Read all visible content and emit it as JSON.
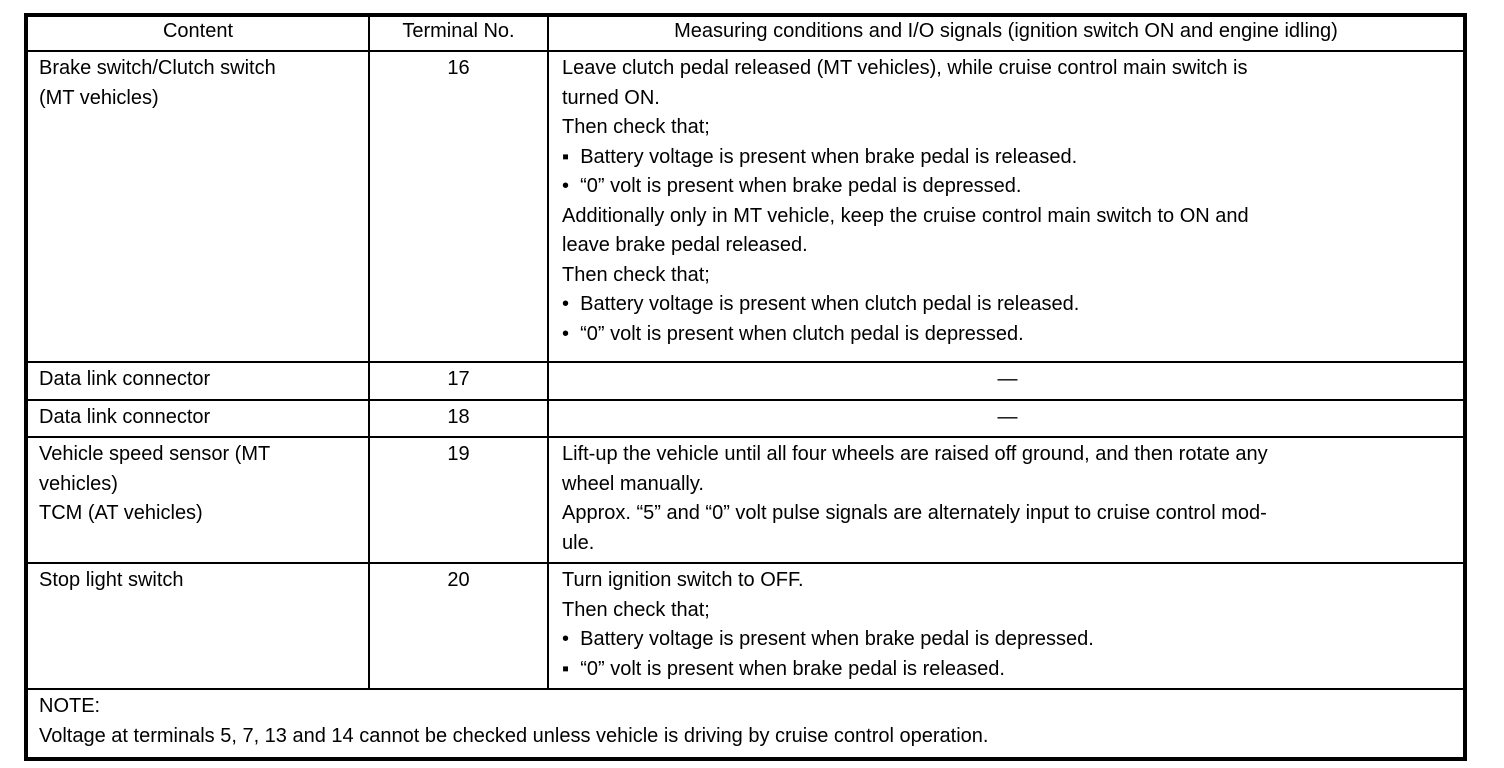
{
  "table": {
    "headers": {
      "content": "Content",
      "terminal": "Terminal No.",
      "conditions": "Measuring conditions and I/O signals (ignition switch ON and engine idling)"
    },
    "rows": [
      {
        "content": "Brake switch/Clutch switch\n(MT vehicles)",
        "terminal": "16",
        "conditions": "Leave clutch pedal released (MT vehicles), while cruise control main switch is\nturned ON.\nThen check that;\n▪  Battery voltage is present when brake pedal is released.\n•  “0” volt is present when brake pedal is depressed.\nAdditionally only in MT vehicle, keep the cruise control main switch to ON and\nleave brake pedal released.\nThen check that;\n•  Battery voltage is present when clutch pedal is released.\n•  “0” volt is present when clutch pedal is depressed."
      },
      {
        "content": "Data link connector",
        "terminal": "17",
        "conditions": "—"
      },
      {
        "content": "Data link connector",
        "terminal": "18",
        "conditions": "—"
      },
      {
        "content": "Vehicle speed sensor (MT\nvehicles)\nTCM (AT vehicles)",
        "terminal": "19",
        "conditions": "Lift-up the vehicle until all four wheels are raised off ground, and then rotate any\nwheel manually.\nApprox. “5” and “0” volt pulse signals are alternately input to cruise control mod-\nule."
      },
      {
        "content": "Stop light switch",
        "terminal": "20",
        "conditions": "Turn ignition switch to OFF.\nThen check that;\n•  Battery voltage is present when brake pedal is depressed.\n▪  “0” volt is present when brake pedal is released."
      }
    ],
    "note": "NOTE:\nVoltage at terminals 5, 7, 13 and 14 cannot be checked unless vehicle is driving by cruise control operation."
  }
}
